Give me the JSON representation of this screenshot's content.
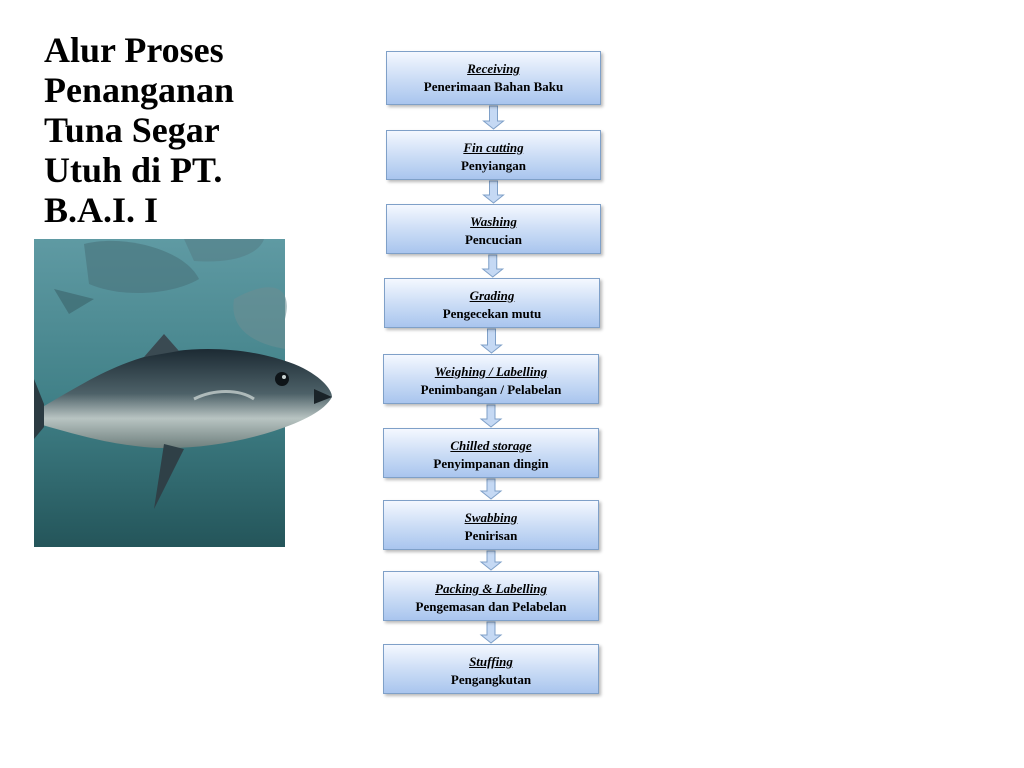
{
  "title": "Alur Proses\nPenanganan\nTuna Segar\nUtuh di PT.\nB.A.I. I",
  "steps": [
    {
      "en": "Receiving",
      "id": "Penerimaan Bahan Baku"
    },
    {
      "en": "Fin cutting",
      "id": "Penyiangan"
    },
    {
      "en": "Washing",
      "id": "Pencucian"
    },
    {
      "en": "Grading",
      "id": "Pengecekan mutu"
    },
    {
      "en": "Weighing / Labelling",
      "id": "Penimbangan / Pelabelan"
    },
    {
      "en": "Chilled storage",
      "id": "Penyimpanan dingin"
    },
    {
      "en": "Swabbing",
      "id": "Penirisan"
    },
    {
      "en": "Packing & Labelling",
      "id": "Pengemasan dan Pelabelan"
    },
    {
      "en": "Stuffing",
      "id": "Pengangkutan"
    }
  ],
  "colors": {
    "box_top": "#f4f8ff",
    "box_bottom": "#a9c5ee",
    "arrow_fill": "#c5d9f4",
    "arrow_stroke": "#7fa0c8"
  }
}
